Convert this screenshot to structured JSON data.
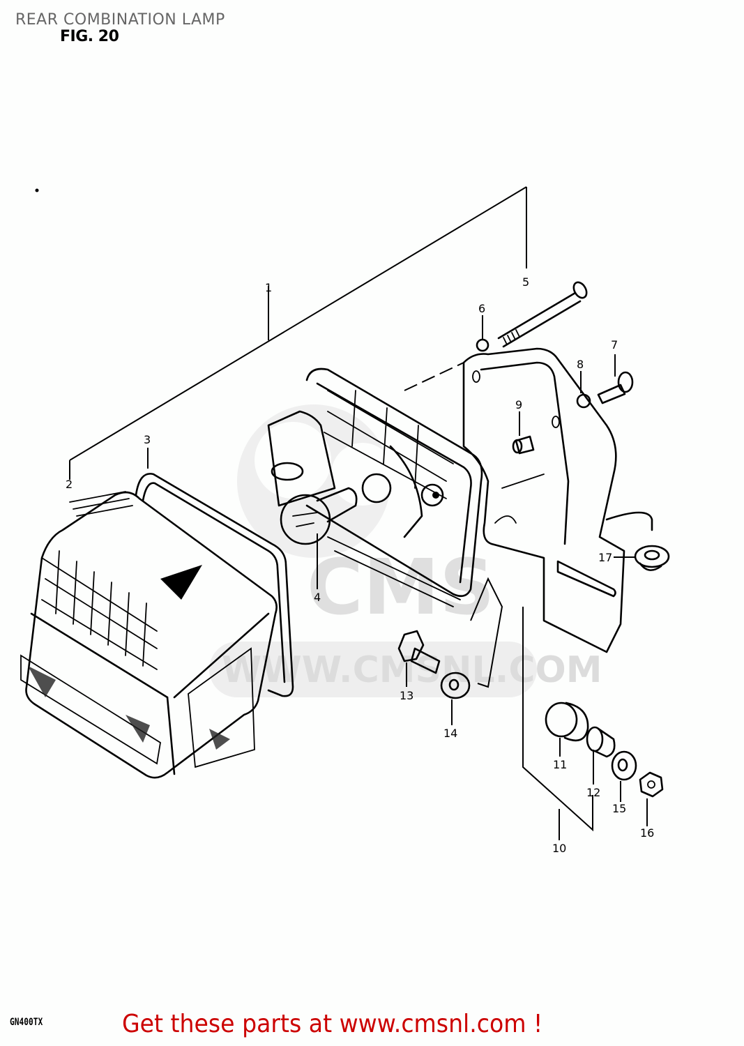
{
  "header": {
    "title": "REAR COMBINATION LAMP",
    "figure": "FIG. 20"
  },
  "footer": {
    "model_code": "GN400TX",
    "promo_text": "Get these parts at www.cmsnl.com !",
    "promo_color": "#cc0000"
  },
  "watermark": {
    "text": "WWW.CMSNL.COM",
    "logo": "CMS"
  },
  "diagram": {
    "callouts": [
      {
        "id": "1",
        "label": "1",
        "part": "rear-combination-lamp-assy"
      },
      {
        "id": "2",
        "label": "2",
        "part": "lens"
      },
      {
        "id": "3",
        "label": "3",
        "part": "gasket"
      },
      {
        "id": "4",
        "label": "4",
        "part": "bulb"
      },
      {
        "id": "5",
        "label": "5",
        "part": "long-bolt"
      },
      {
        "id": "6",
        "label": "6",
        "part": "washer"
      },
      {
        "id": "7",
        "label": "7",
        "part": "bolt"
      },
      {
        "id": "8",
        "label": "8",
        "part": "washer"
      },
      {
        "id": "9",
        "label": "9",
        "part": "spacer"
      },
      {
        "id": "10",
        "label": "10",
        "part": "cushion-set"
      },
      {
        "id": "11",
        "label": "11",
        "part": "cushion"
      },
      {
        "id": "12",
        "label": "12",
        "part": "collar"
      },
      {
        "id": "13",
        "label": "13",
        "part": "bolt"
      },
      {
        "id": "14",
        "label": "14",
        "part": "washer"
      },
      {
        "id": "15",
        "label": "15",
        "part": "washer"
      },
      {
        "id": "16",
        "label": "16",
        "part": "nut"
      },
      {
        "id": "17",
        "label": "17",
        "part": "grommet"
      }
    ]
  }
}
